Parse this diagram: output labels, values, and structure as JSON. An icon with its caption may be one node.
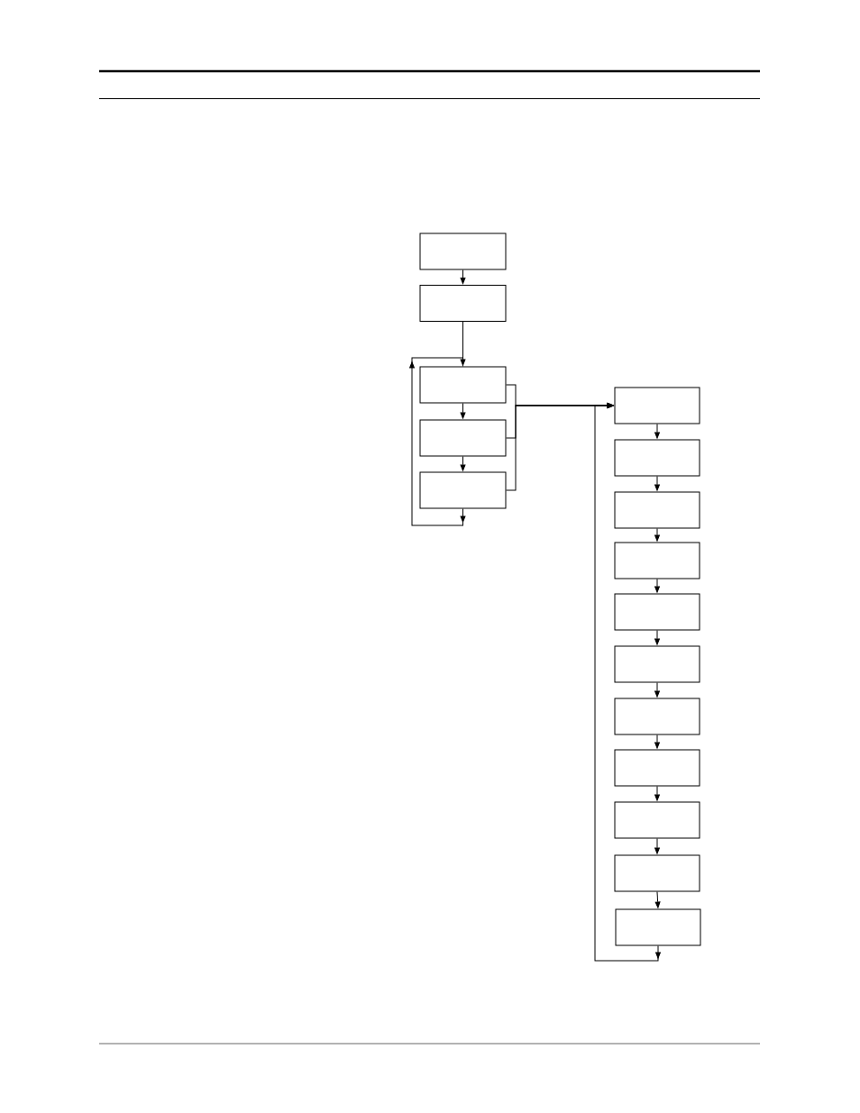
{
  "diagram": {
    "nodes": [
      {
        "text": [],
        "shape": "box"
      },
      {
        "text": [],
        "shape": "box"
      },
      {
        "text": [],
        "shape": "box"
      },
      {
        "text": [],
        "shape": "box"
      },
      {
        "text": [],
        "shape": "box"
      },
      {
        "text": [],
        "shape": "box"
      },
      {
        "text": [],
        "shape": "box"
      },
      {
        "text": [],
        "shape": "box"
      },
      {
        "text": [],
        "shape": "box"
      },
      {
        "text": [],
        "shape": "box"
      },
      {
        "text": [],
        "shape": "box"
      },
      {
        "text": [],
        "shape": "box"
      },
      {
        "text": [],
        "shape": "box"
      },
      {
        "text": [],
        "shape": "box"
      },
      {
        "text": [],
        "shape": "box"
      },
      {
        "text": [],
        "shape": "box"
      }
    ],
    "edges": [
      {
        "from": 0,
        "to": 1,
        "arrow": "to"
      },
      {
        "from": 1,
        "to": 2,
        "arrow": "none"
      },
      {
        "from": 2,
        "to": 3,
        "arrow": "to"
      },
      {
        "from": 3,
        "to": 4,
        "arrow": "to"
      },
      {
        "from": 4,
        "to": 2,
        "arrow": "to"
      },
      {
        "from": 2,
        "to": 5,
        "arrow": "to"
      },
      {
        "from": 3,
        "to": 5,
        "arrow": "to"
      },
      {
        "from": 4,
        "to": 5,
        "arrow": "to"
      },
      {
        "from": 5,
        "to": 6,
        "arrow": "to"
      },
      {
        "from": 6,
        "to": 7,
        "arrow": "to"
      },
      {
        "from": 7,
        "to": 8,
        "arrow": "to"
      },
      {
        "from": 8,
        "to": 9,
        "arrow": "to"
      },
      {
        "from": 9,
        "to": 10,
        "arrow": "to"
      },
      {
        "from": 10,
        "to": 11,
        "arrow": "to"
      },
      {
        "from": 11,
        "to": 12,
        "arrow": "to"
      },
      {
        "from": 12,
        "to": 13,
        "arrow": "to"
      },
      {
        "from": 13,
        "to": 14,
        "arrow": "to"
      },
      {
        "from": 14,
        "to": 15,
        "arrow": "to"
      },
      {
        "from": 15,
        "to": 5,
        "arrow": "to"
      }
    ]
  }
}
